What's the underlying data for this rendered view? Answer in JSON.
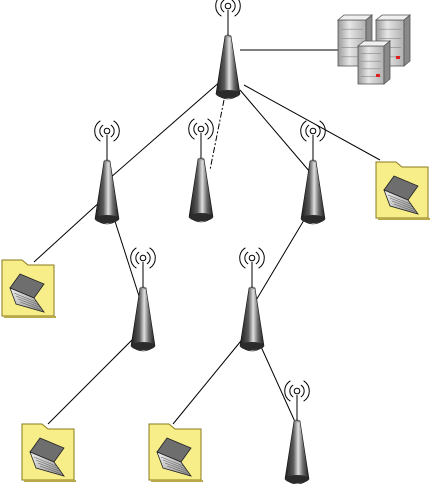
{
  "diagram": {
    "type": "mesh-wireless-network",
    "icons": {
      "server": "server-rack-icon",
      "access_point": "wireless-access-point-icon",
      "client": "laptop-folder-icon"
    },
    "colors": {
      "line": "#000000",
      "client_fill": "#f7ee8a",
      "server_body": "#d8d8d8",
      "tower_dark": "#222222",
      "tower_light": "#d9d9d9"
    },
    "nodes": [
      {
        "id": "root-ap",
        "kind": "access_point"
      },
      {
        "id": "server-cluster",
        "kind": "server"
      },
      {
        "id": "ap-left",
        "kind": "access_point"
      },
      {
        "id": "ap-mid",
        "kind": "access_point"
      },
      {
        "id": "ap-right",
        "kind": "access_point"
      },
      {
        "id": "client-top-right",
        "kind": "client"
      },
      {
        "id": "client-left",
        "kind": "client"
      },
      {
        "id": "ap-lower-left",
        "kind": "access_point"
      },
      {
        "id": "ap-lower-right",
        "kind": "access_point"
      },
      {
        "id": "client-bottom-left",
        "kind": "client"
      },
      {
        "id": "client-bottom-mid",
        "kind": "client"
      },
      {
        "id": "ap-bottom",
        "kind": "access_point"
      }
    ],
    "links": [
      {
        "from": "root-ap",
        "to": "server-cluster",
        "style": "solid"
      },
      {
        "from": "root-ap",
        "to": "ap-left",
        "style": "solid"
      },
      {
        "from": "root-ap",
        "to": "ap-mid",
        "style": "dashed"
      },
      {
        "from": "root-ap",
        "to": "ap-right",
        "style": "solid"
      },
      {
        "from": "root-ap",
        "to": "client-top-right",
        "style": "solid"
      },
      {
        "from": "ap-left",
        "to": "client-left",
        "style": "solid"
      },
      {
        "from": "ap-left",
        "to": "ap-lower-left",
        "style": "solid"
      },
      {
        "from": "ap-right",
        "to": "ap-lower-right",
        "style": "solid"
      },
      {
        "from": "ap-lower-left",
        "to": "client-bottom-left",
        "style": "solid"
      },
      {
        "from": "ap-lower-right",
        "to": "client-bottom-mid",
        "style": "solid"
      },
      {
        "from": "ap-lower-right",
        "to": "ap-bottom",
        "style": "solid"
      }
    ]
  }
}
